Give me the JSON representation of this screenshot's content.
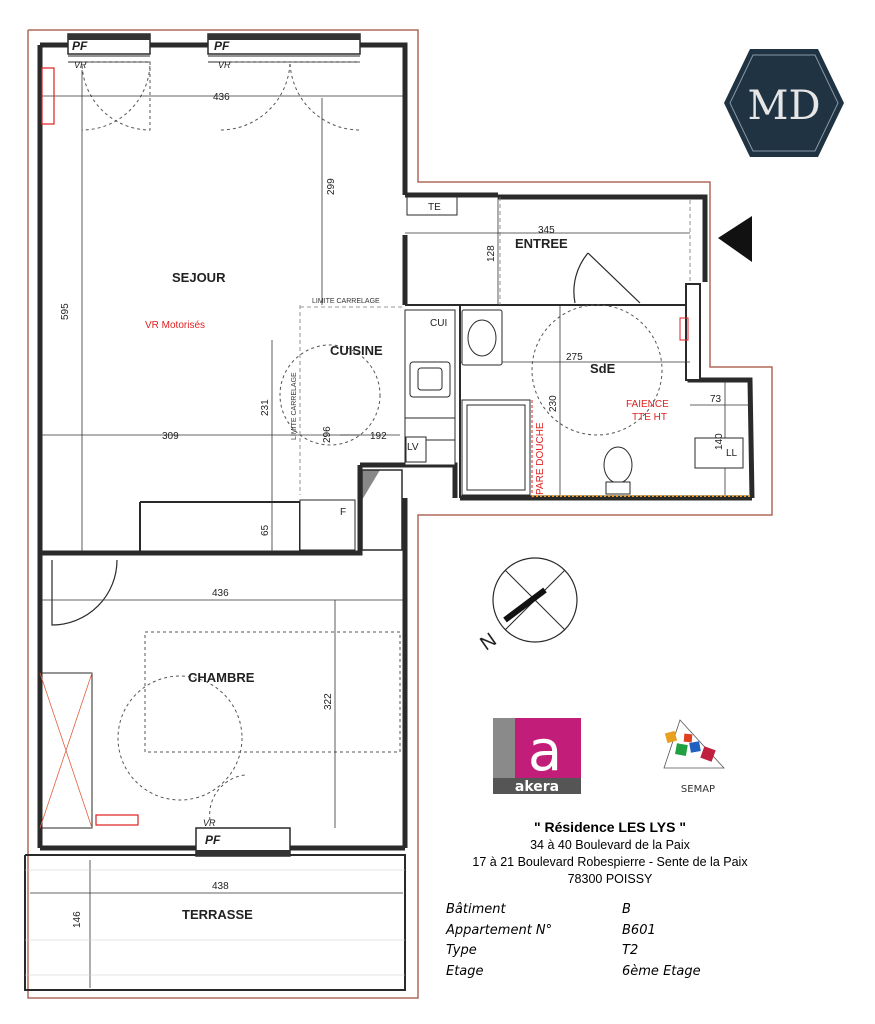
{
  "rooms": {
    "sejour": "SEJOUR",
    "entree": "ENTREE",
    "cuisine": "CUISINE",
    "sde": "SdE",
    "chambre": "CHAMBRE",
    "terrasse": "TERRASSE"
  },
  "annotations": {
    "vr_motorises": "VR Motorisés",
    "faience_line1": "FAIENCE",
    "faience_line2": "TTE HT",
    "pare_douche": "PARE DOUCHE",
    "limite_carrelage": "LIMITE CARRELAGE",
    "te": "TE",
    "cui": "CUI",
    "f": "F",
    "ll": "LL",
    "lv": "LV",
    "pf": "PF",
    "vr": "VR",
    "north": "N"
  },
  "dimensions": {
    "sejour_width": "436",
    "sejour_length": "595",
    "sejour_depth_upper": "299",
    "sejour_width_lower": "309",
    "kitchen_height": "231",
    "kitchen_width": "192",
    "kitchen_depth": "296",
    "counter_depth": "65",
    "entree_width": "345",
    "entree_depth": "128",
    "sde_width": "275",
    "sde_depth": "230",
    "sde_niche_width": "73",
    "sde_niche_depth": "140",
    "chambre_width": "436",
    "chambre_depth": "322",
    "terrasse_width": "438",
    "terrasse_depth": "146"
  },
  "logos": {
    "md": "MD",
    "akera_letter": "a",
    "akera": "akera",
    "semap": "SEMAP"
  },
  "residence": {
    "name": "\" Résidence LES LYS \"",
    "address1": "34 à 40 Boulevard de la Paix",
    "address2": "17 à 21 Boulevard Robespierre - Sente de la Paix",
    "city": "78300 POISSY"
  },
  "specs": [
    {
      "label": "Bâtiment",
      "value": "B"
    },
    {
      "label": "Appartement N°",
      "value": "B601"
    },
    {
      "label": "Type",
      "value": "T2"
    },
    {
      "label": "Etage",
      "value": "6ème Etage"
    }
  ],
  "colors": {
    "wall": "#2a2a2a",
    "outline": "#b06a5a",
    "accent_red": "#e02020",
    "logo_navy": "#1f3343",
    "akera_magenta": "#c21d78"
  }
}
